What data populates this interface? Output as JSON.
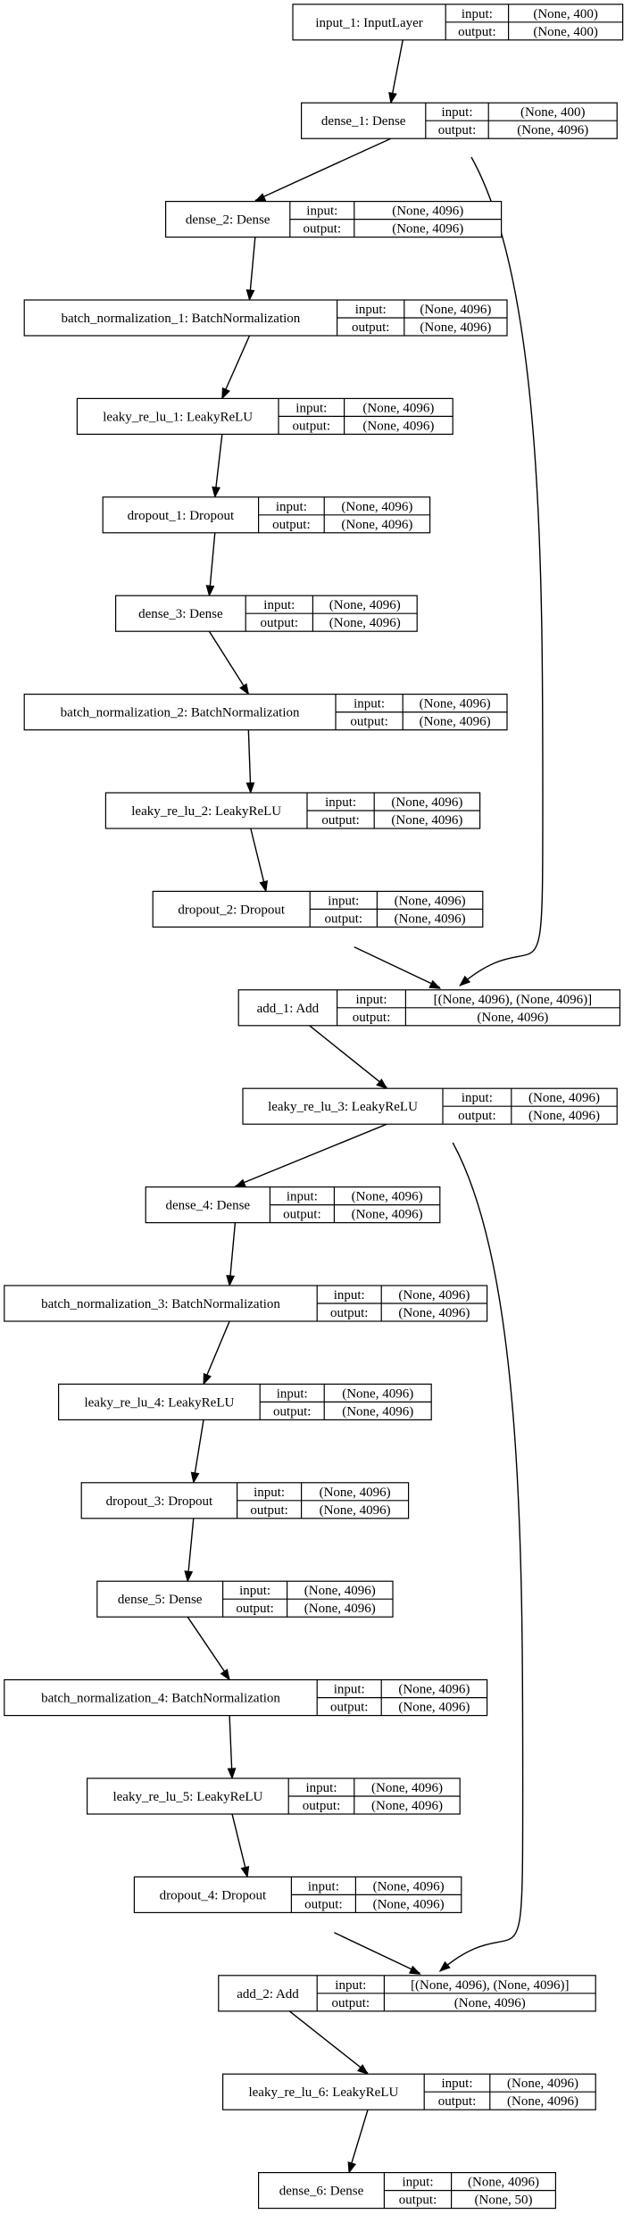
{
  "diagram": {
    "nodes": [
      {
        "id": "input_1",
        "name": "input_1: InputLayer",
        "in_label": "input:",
        "out_label": "output:",
        "in_value": "(None, 400)",
        "out_value": "(None, 400)"
      },
      {
        "id": "dense_1",
        "name": "dense_1: Dense",
        "in_label": "input:",
        "out_label": "output:",
        "in_value": "(None, 400)",
        "out_value": "(None, 4096)"
      },
      {
        "id": "dense_2",
        "name": "dense_2: Dense",
        "in_label": "input:",
        "out_label": "output:",
        "in_value": "(None, 4096)",
        "out_value": "(None, 4096)"
      },
      {
        "id": "batch_normalization_1",
        "name": "batch_normalization_1: BatchNormalization",
        "in_label": "input:",
        "out_label": "output:",
        "in_value": "(None, 4096)",
        "out_value": "(None, 4096)"
      },
      {
        "id": "leaky_re_lu_1",
        "name": "leaky_re_lu_1: LeakyReLU",
        "in_label": "input:",
        "out_label": "output:",
        "in_value": "(None, 4096)",
        "out_value": "(None, 4096)"
      },
      {
        "id": "dropout_1",
        "name": "dropout_1: Dropout",
        "in_label": "input:",
        "out_label": "output:",
        "in_value": "(None, 4096)",
        "out_value": "(None, 4096)"
      },
      {
        "id": "dense_3",
        "name": "dense_3: Dense",
        "in_label": "input:",
        "out_label": "output:",
        "in_value": "(None, 4096)",
        "out_value": "(None, 4096)"
      },
      {
        "id": "batch_normalization_2",
        "name": "batch_normalization_2: BatchNormalization",
        "in_label": "input:",
        "out_label": "output:",
        "in_value": "(None, 4096)",
        "out_value": "(None, 4096)"
      },
      {
        "id": "leaky_re_lu_2",
        "name": "leaky_re_lu_2: LeakyReLU",
        "in_label": "input:",
        "out_label": "output:",
        "in_value": "(None, 4096)",
        "out_value": "(None, 4096)"
      },
      {
        "id": "dropout_2",
        "name": "dropout_2: Dropout",
        "in_label": "input:",
        "out_label": "output:",
        "in_value": "(None, 4096)",
        "out_value": "(None, 4096)"
      },
      {
        "id": "add_1",
        "name": "add_1: Add",
        "in_label": "input:",
        "out_label": "output:",
        "in_value": "[(None, 4096), (None, 4096)]",
        "out_value": "(None, 4096)"
      },
      {
        "id": "leaky_re_lu_3",
        "name": "leaky_re_lu_3: LeakyReLU",
        "in_label": "input:",
        "out_label": "output:",
        "in_value": "(None, 4096)",
        "out_value": "(None, 4096)"
      },
      {
        "id": "dense_4",
        "name": "dense_4: Dense",
        "in_label": "input:",
        "out_label": "output:",
        "in_value": "(None, 4096)",
        "out_value": "(None, 4096)"
      },
      {
        "id": "batch_normalization_3",
        "name": "batch_normalization_3: BatchNormalization",
        "in_label": "input:",
        "out_label": "output:",
        "in_value": "(None, 4096)",
        "out_value": "(None, 4096)"
      },
      {
        "id": "leaky_re_lu_4",
        "name": "leaky_re_lu_4: LeakyReLU",
        "in_label": "input:",
        "out_label": "output:",
        "in_value": "(None, 4096)",
        "out_value": "(None, 4096)"
      },
      {
        "id": "dropout_3",
        "name": "dropout_3: Dropout",
        "in_label": "input:",
        "out_label": "output:",
        "in_value": "(None, 4096)",
        "out_value": "(None, 4096)"
      },
      {
        "id": "dense_5",
        "name": "dense_5: Dense",
        "in_label": "input:",
        "out_label": "output:",
        "in_value": "(None, 4096)",
        "out_value": "(None, 4096)"
      },
      {
        "id": "batch_normalization_4",
        "name": "batch_normalization_4: BatchNormalization",
        "in_label": "input:",
        "out_label": "output:",
        "in_value": "(None, 4096)",
        "out_value": "(None, 4096)"
      },
      {
        "id": "leaky_re_lu_5",
        "name": "leaky_re_lu_5: LeakyReLU",
        "in_label": "input:",
        "out_label": "output:",
        "in_value": "(None, 4096)",
        "out_value": "(None, 4096)"
      },
      {
        "id": "dropout_4",
        "name": "dropout_4: Dropout",
        "in_label": "input:",
        "out_label": "output:",
        "in_value": "(None, 4096)",
        "out_value": "(None, 4096)"
      },
      {
        "id": "add_2",
        "name": "add_2: Add",
        "in_label": "input:",
        "out_label": "output:",
        "in_value": "[(None, 4096), (None, 4096)]",
        "out_value": "(None, 4096)"
      },
      {
        "id": "leaky_re_lu_6",
        "name": "leaky_re_lu_6: LeakyReLU",
        "in_label": "input:",
        "out_label": "output:",
        "in_value": "(None, 4096)",
        "out_value": "(None, 4096)"
      },
      {
        "id": "dense_6",
        "name": "dense_6: Dense",
        "in_label": "input:",
        "out_label": "output:",
        "in_value": "(None, 4096)",
        "out_value": "(None, 50)"
      }
    ],
    "edges": [
      {
        "from": "input_1",
        "to": "dense_1"
      },
      {
        "from": "dense_1",
        "to": "dense_2"
      },
      {
        "from": "dense_1",
        "to": "add_1"
      },
      {
        "from": "dense_2",
        "to": "batch_normalization_1"
      },
      {
        "from": "batch_normalization_1",
        "to": "leaky_re_lu_1"
      },
      {
        "from": "leaky_re_lu_1",
        "to": "dropout_1"
      },
      {
        "from": "dropout_1",
        "to": "dense_3"
      },
      {
        "from": "dense_3",
        "to": "batch_normalization_2"
      },
      {
        "from": "batch_normalization_2",
        "to": "leaky_re_lu_2"
      },
      {
        "from": "leaky_re_lu_2",
        "to": "dropout_2"
      },
      {
        "from": "dropout_2",
        "to": "add_1"
      },
      {
        "from": "add_1",
        "to": "leaky_re_lu_3"
      },
      {
        "from": "leaky_re_lu_3",
        "to": "dense_4"
      },
      {
        "from": "leaky_re_lu_3",
        "to": "add_2"
      },
      {
        "from": "dense_4",
        "to": "batch_normalization_3"
      },
      {
        "from": "batch_normalization_3",
        "to": "leaky_re_lu_4"
      },
      {
        "from": "leaky_re_lu_4",
        "to": "dropout_3"
      },
      {
        "from": "dropout_3",
        "to": "dense_5"
      },
      {
        "from": "dense_5",
        "to": "batch_normalization_4"
      },
      {
        "from": "batch_normalization_4",
        "to": "leaky_re_lu_5"
      },
      {
        "from": "leaky_re_lu_5",
        "to": "dropout_4"
      },
      {
        "from": "dropout_4",
        "to": "add_2"
      },
      {
        "from": "add_2",
        "to": "leaky_re_lu_6"
      },
      {
        "from": "leaky_re_lu_6",
        "to": "dense_6"
      }
    ]
  }
}
